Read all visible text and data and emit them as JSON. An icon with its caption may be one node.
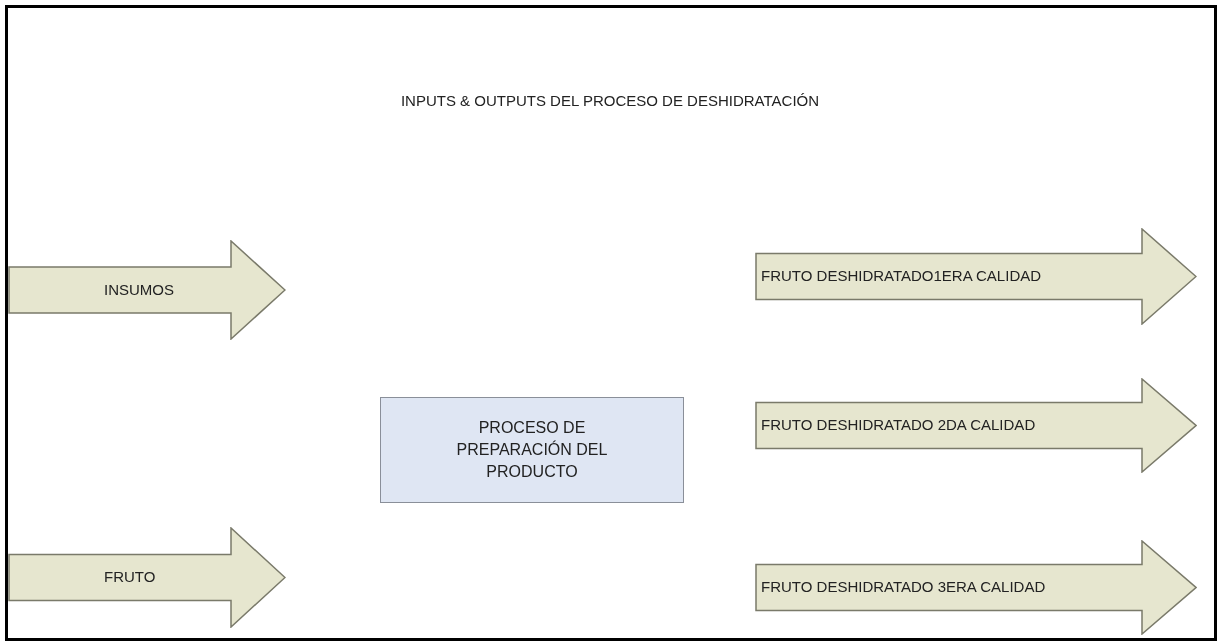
{
  "diagram": {
    "title": "INPUTS & OUTPUTS DEL PROCESO DE DESHIDRATACIÓN",
    "nodes": [
      {
        "text": [
          "INSUMOS"
        ]
      },
      {
        "text": [
          "FRUTO"
        ]
      },
      {
        "text": [
          "PROCESO DE PREPARACIÓN DEL PRODUCTO"
        ]
      },
      {
        "text": [
          "FRUTO DESHIDRATADO1ERA CALIDAD"
        ]
      },
      {
        "text": [
          "FRUTO DESHIDRATADO 2DA CALIDAD"
        ]
      },
      {
        "text": [
          "FRUTO DESHIDRATADO 3ERA CALIDAD"
        ]
      }
    ]
  }
}
